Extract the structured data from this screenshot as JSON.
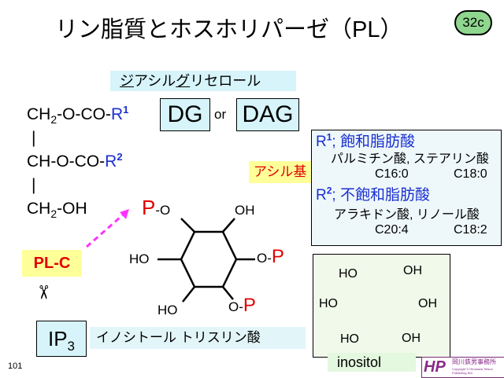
{
  "title": "リン脂質とホスホリパーゼ（PL）",
  "slide_badge": "32c",
  "dag": {
    "label_parts": [
      "ジ",
      "アシル",
      "グ",
      "リセロール"
    ],
    "dg": "DG",
    "or": "or",
    "dag": "DAG"
  },
  "glycerol": {
    "line1": "CH",
    "sub2": "2",
    "line1b": "-O-CO-",
    "r1": "R",
    "r1sup": "1",
    "bond": "|",
    "line2": "CH-O-CO-",
    "r2": "R",
    "r2sup": "2",
    "line3": "CH",
    "line3b": "-OH"
  },
  "acyl_label": "アシル基",
  "fatty_acids": {
    "r1_head": "R",
    "r1_sup": "1",
    "r1_text": "; 飽和脂肪酸",
    "r1_examples": "パルミチン酸, ステアリン酸",
    "r1_c1": "C16:0",
    "r1_c2": "C18:0",
    "r2_head": "R",
    "r2_sup": "2",
    "r2_text": "; 不飽和脂肪酸",
    "r2_examples": "アラキドン酸, リノール酸",
    "r2_c1": "C20:4",
    "r2_c2": "C18:2"
  },
  "ip3_structure": {
    "p": "P",
    "o_dash": "-O",
    "oh": "OH",
    "ho": "HO",
    "o_p": "O-"
  },
  "plc_label": "PL-C",
  "inositol": {
    "ho": "HO",
    "oh": "OH",
    "label": "inositol"
  },
  "ip3": {
    "label": "IP",
    "sub": "3",
    "name": "イノシトール トリスリン酸"
  },
  "page_number": "101",
  "logo": {
    "mark": "HP",
    "name": "岡川鉄男事務所",
    "copyright": "Copyright © Hirokawa Tetsuo Publishing INC."
  },
  "colors": {
    "red": "#e00000",
    "blue": "#1a2fd0",
    "arrow": "#ff33ff"
  }
}
